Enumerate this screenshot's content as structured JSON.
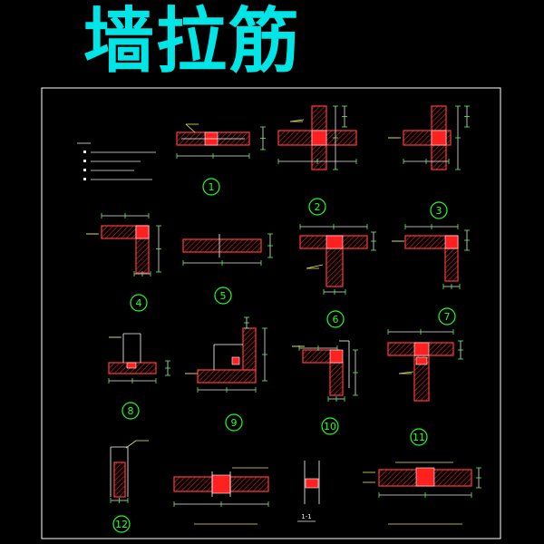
{
  "banner": {
    "title": "墙拉筋"
  },
  "details": [
    {
      "label": "1"
    },
    {
      "label": "2"
    },
    {
      "label": "3"
    },
    {
      "label": "4"
    },
    {
      "label": "5"
    },
    {
      "label": "6"
    },
    {
      "label": "7"
    },
    {
      "label": "8"
    },
    {
      "label": "9"
    },
    {
      "label": "10"
    },
    {
      "label": "11"
    },
    {
      "label": "12"
    }
  ],
  "section_mark": {
    "label": "1-1"
  },
  "colors": {
    "background": "#000000",
    "title": "#00e5e5",
    "frame": "#ffffff",
    "wall_outline": "#ff3b3b",
    "hatch": "#d42020",
    "core": "#ff2020",
    "dimension": "#e8e8e8",
    "leader": "#e8e84a",
    "dimension_tick": "#4cff4c",
    "bubble": "#20ff20"
  }
}
